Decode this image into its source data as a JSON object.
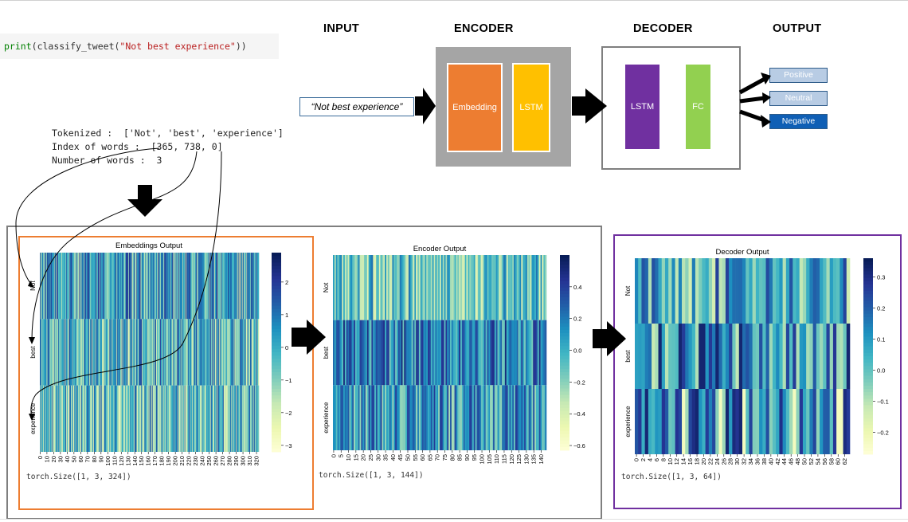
{
  "code_cell": {
    "fn": "print",
    "open": "(",
    "call": "classify_tweet(",
    "arg": "\"Not best experience\"",
    "close": "))"
  },
  "headers": {
    "input": "INPUT",
    "encoder": "ENCODER",
    "decoder": "DECODER",
    "output": "OUTPUT"
  },
  "input_text": "“Not best experience”",
  "encoder_blocks": {
    "embedding": "Embedding",
    "lstm": "LSTM"
  },
  "decoder_blocks": {
    "lstm": "LSTM",
    "fc": "FC"
  },
  "outputs": [
    {
      "label": "Positive",
      "active": false
    },
    {
      "label": "Neutral",
      "active": false
    },
    {
      "label": "Negative",
      "active": true
    }
  ],
  "tokenizer": {
    "tokenized": "Tokenized :  ['Not', 'best', 'experience']",
    "index": "Index of words :  [365, 738, 0]",
    "count": "Number of words :  3"
  },
  "colors": {
    "embedding": "#ed7d31",
    "lstm_encoder": "#ffc000",
    "lstm_decoder": "#7030a0",
    "fc": "#92d050",
    "negative": "#0f5fb5",
    "encoder_bg": "#a5a5a5"
  },
  "chart_data": [
    {
      "type": "heatmap",
      "title": "Embeddings Output",
      "rows": [
        "Not",
        "best",
        "experience"
      ],
      "columns": 324,
      "x_ticks": [
        "0",
        "10",
        "20",
        "30",
        "40",
        "50",
        "60",
        "70",
        "80",
        "90",
        "100",
        "110",
        "120",
        "130",
        "140",
        "150",
        "160",
        "170",
        "180",
        "190",
        "200",
        "210",
        "220",
        "230",
        "240",
        "250",
        "260",
        "270",
        "280",
        "290",
        "300",
        "310",
        "320"
      ],
      "colorbar_ticks": [
        "2",
        "1",
        "0",
        "−1",
        "−2",
        "−3"
      ],
      "vmin": -3.2,
      "vmax": 2.9,
      "colormap": "YlGnBu",
      "size_text": "torch.Size([1, 3, 324])"
    },
    {
      "type": "heatmap",
      "title": "Encoder Output",
      "rows": [
        "Not",
        "best",
        "experience"
      ],
      "columns": 144,
      "x_ticks": [
        "0",
        "5",
        "10",
        "15",
        "20",
        "25",
        "30",
        "35",
        "40",
        "45",
        "50",
        "55",
        "60",
        "65",
        "70",
        "75",
        "80",
        "85",
        "90",
        "95",
        "100",
        "105",
        "110",
        "115",
        "120",
        "125",
        "130",
        "135",
        "140"
      ],
      "colorbar_ticks": [
        "0.4",
        "0.2",
        "0.0",
        "−0.2",
        "−0.4",
        "−0.6"
      ],
      "vmin": -0.63,
      "vmax": 0.6,
      "colormap": "YlGnBu",
      "size_text": "torch.Size([1, 3, 144])"
    },
    {
      "type": "heatmap",
      "title": "Decoder Output",
      "rows": [
        "Not",
        "best",
        "experience"
      ],
      "columns": 64,
      "x_ticks": [
        "0",
        "2",
        "4",
        "6",
        "8",
        "10",
        "12",
        "14",
        "16",
        "18",
        "20",
        "22",
        "24",
        "26",
        "28",
        "30",
        "32",
        "34",
        "36",
        "38",
        "40",
        "42",
        "44",
        "46",
        "48",
        "50",
        "52",
        "54",
        "56",
        "58",
        "60",
        "62"
      ],
      "colorbar_ticks": [
        "0.3",
        "0.2",
        "0.1",
        "0.0",
        "−0.1",
        "−0.2"
      ],
      "vmin": -0.27,
      "vmax": 0.36,
      "colormap": "YlGnBu",
      "size_text": "torch.Size([1, 3, 64])"
    }
  ]
}
